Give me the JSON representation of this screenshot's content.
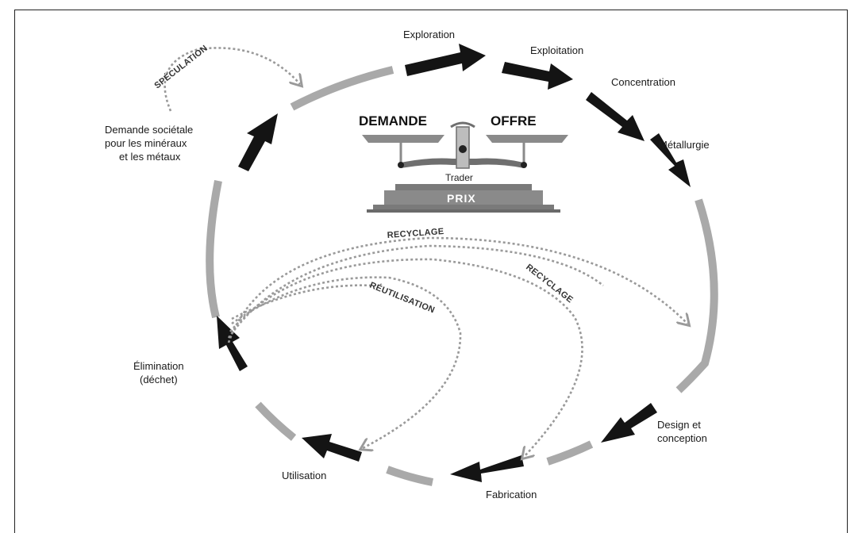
{
  "cycle": {
    "stages": {
      "exploration": "Exploration",
      "exploitation": "Exploitation",
      "concentration": "Concentration",
      "metallurgie": "Métallurgie",
      "design_line1": "Design et",
      "design_line2": "conception",
      "fabrication": "Fabrication",
      "utilisation": "Utilisation",
      "elimination_line1": "Élimination",
      "elimination_line2": "(déchet)",
      "demande_line1": "Demande sociétale",
      "demande_line2": "pour les minéraux",
      "demande_line3": "et les métaux"
    },
    "loops": {
      "speculation": "SPÉCULATION",
      "recyclage_outer": "RECYCLAGE",
      "recyclage_inner": "RECYCLAGE",
      "reutilisation": "RÉUTILISATION"
    }
  },
  "balance": {
    "demande": "DEMANDE",
    "offre": "OFFRE",
    "trader": "Trader",
    "prix": "PRIX"
  },
  "colors": {
    "arrow_dark": "#141414",
    "arc_gray": "#a9a9a9",
    "dotted_gray": "#9a9a9a",
    "scale_gray": "#8a8a8a"
  }
}
